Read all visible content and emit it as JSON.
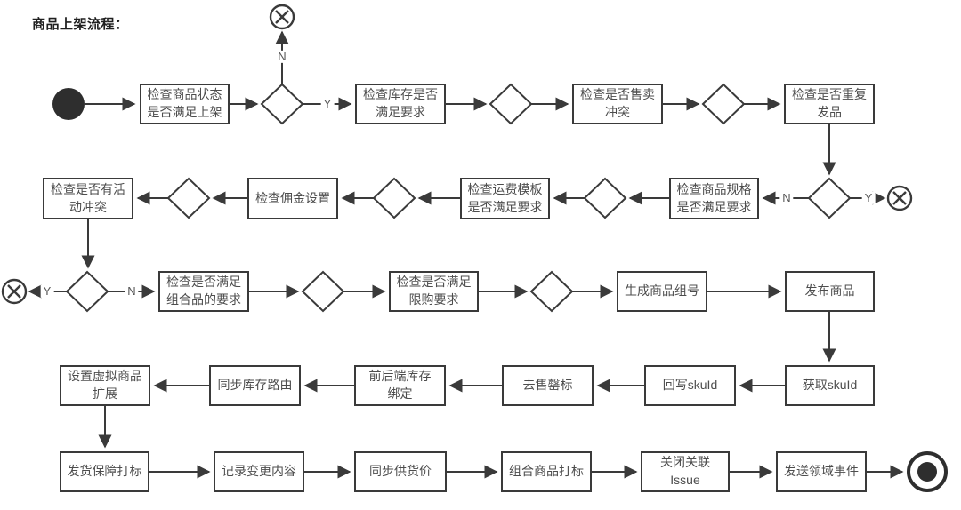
{
  "title": "商品上架流程：",
  "branch_labels": {
    "yes": "Y",
    "no": "N"
  },
  "nodes": {
    "check_product_status": "检查商品状态\n是否满足上架",
    "check_inventory": "检查库存是否\n满足要求",
    "check_sale_conflict": "检查是否售卖\n冲突",
    "check_duplicate": "检查是否重复\n发品",
    "check_spec": "检查商品规格\n是否满足要求",
    "check_shipping_template": "检查运费模板\n是否满足要求",
    "check_commission": "检查佣金设置",
    "check_activity_conflict": "检查是否有活\n动冲突",
    "check_combo": "检查是否满足\n组合品的要求",
    "check_purchase_limit": "检查是否满足\n限购要求",
    "generate_group_no": "生成商品组号",
    "publish_product": "发布商品",
    "get_skuid": "获取skuId",
    "writeback_skuid": "回写skuId",
    "remove_soldout_flag": "去售罄标",
    "bind_inventory": "前后端库存\n绑定",
    "sync_inventory_route": "同步库存路由",
    "set_virtual_ext": "设置虚拟商品\n扩展",
    "shipping_guarantee_flag": "发货保障打标",
    "record_changes": "记录变更内容",
    "sync_supply_price": "同步供货价",
    "combo_flag": "组合商品打标",
    "close_issue": "关闭关联Issue",
    "send_domain_event": "发送领域事件"
  },
  "colors": {
    "stroke": "#3a3a3a",
    "text": "#4d4d4d",
    "fill": "#ffffff"
  }
}
